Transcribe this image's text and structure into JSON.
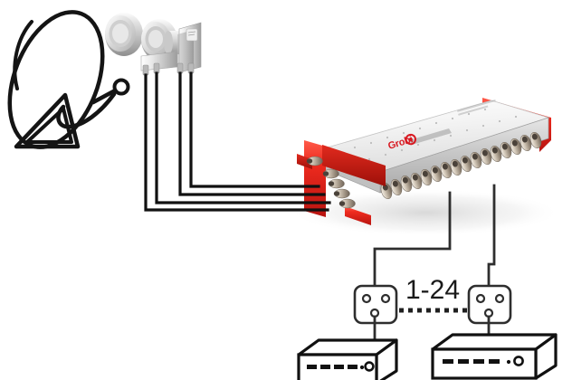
{
  "diagram": {
    "title": "Satellite Multiswitch Installation Diagram",
    "type": "wiring-diagram",
    "background_color": "#ffffff",
    "line_color": "#1a1a1a",
    "accent_color": "#e8201a"
  },
  "labels": {
    "outlet_range": "1-24"
  },
  "components": {
    "dish": {
      "name": "satellite-dish",
      "style": "black-outline-illustration",
      "outline_color": "#141414"
    },
    "lnb": {
      "name": "quad-lnb",
      "style": "grayscale-photo-illustration",
      "feed_count": 2,
      "output_ports": 4,
      "body_color": "#d8d8d8"
    },
    "multiswitch": {
      "name": "multiswitch",
      "brand_logo": "grobi",
      "logo_color": "#d81a22",
      "chassis_color": "#e8201a",
      "body_color": "#eeeeee",
      "input_ports": 5,
      "output_ports": 17
    },
    "cables": {
      "lnb_to_multiswitch_count": 4,
      "multiswitch_to_outlet_count": 2,
      "color": "#1a1a1a"
    },
    "outlets": [
      {
        "name": "wall-outlet-left",
        "ports": 3
      },
      {
        "name": "wall-outlet-right",
        "ports": 3
      }
    ],
    "receivers": [
      {
        "name": "receiver-left",
        "display_segments": 4
      },
      {
        "name": "receiver-right",
        "display_segments": 4
      }
    ],
    "dotted_connector": {
      "name": "outlet-range-dotted-line",
      "style": "square-dashes"
    }
  }
}
